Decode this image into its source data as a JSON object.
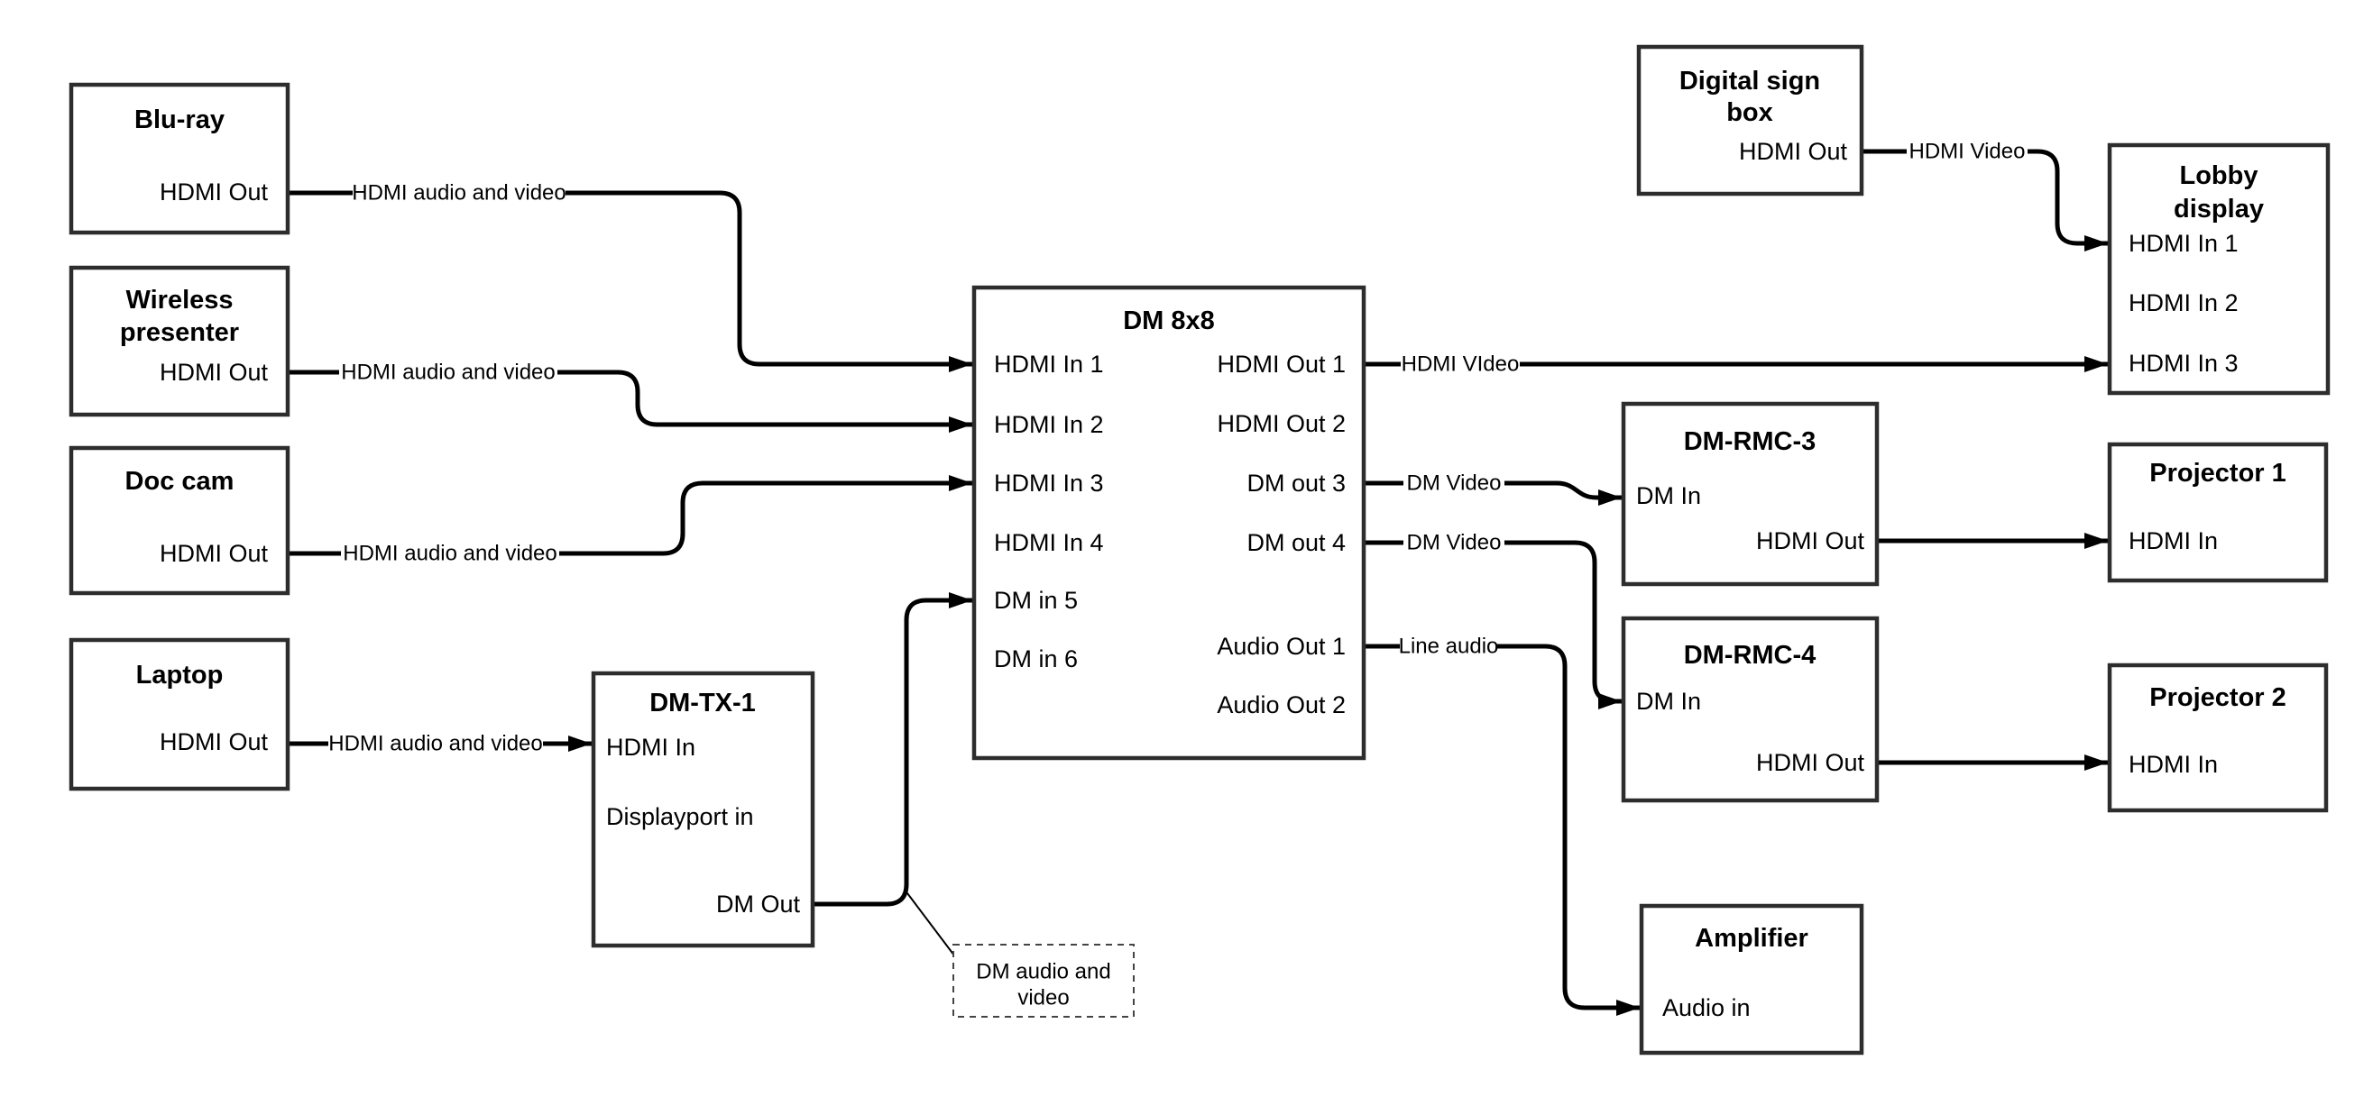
{
  "nodes": {
    "bluray": {
      "title": "Blu-ray",
      "port_out": "HDMI Out"
    },
    "wireless": {
      "title_lines": [
        "Wireless",
        "presenter"
      ],
      "port_out": "HDMI Out"
    },
    "doccam": {
      "title": "Doc cam",
      "port_out": "HDMI Out"
    },
    "laptop": {
      "title": "Laptop",
      "port_out": "HDMI Out"
    },
    "dmtx1": {
      "title": "DM-TX-1",
      "ports": [
        "HDMI In",
        "Displayport in",
        "DM Out"
      ]
    },
    "dm8x8": {
      "title": "DM 8x8",
      "inputs": [
        "HDMI In 1",
        "HDMI In 2",
        "HDMI In 3",
        "HDMI In 4",
        "DM in 5",
        "DM in 6"
      ],
      "outputs": [
        "HDMI Out 1",
        "HDMI Out 2",
        "DM out 3",
        "DM out 4",
        "Audio Out 1",
        "Audio Out 2"
      ]
    },
    "digital_sign": {
      "title_lines": [
        "Digital sign",
        "box"
      ],
      "port_out": "HDMI Out"
    },
    "lobby": {
      "title_lines": [
        "Lobby",
        "display"
      ],
      "inputs": [
        "HDMI In 1",
        "HDMI In 2",
        "HDMI In 3"
      ]
    },
    "dmrmc3": {
      "title": "DM-RMC-3",
      "port_in": "DM In",
      "port_out": "HDMI Out"
    },
    "proj1": {
      "title": "Projector 1",
      "port_in": "HDMI In"
    },
    "dmrmc4": {
      "title": "DM-RMC-4",
      "port_in": "DM In",
      "port_out": "HDMI Out"
    },
    "proj2": {
      "title": "Projector 2",
      "port_in": "HDMI In"
    },
    "amplifier": {
      "title": "Amplifier",
      "port_in": "Audio in"
    }
  },
  "labels": {
    "bluray_link": "HDMI audio and video",
    "wireless_link": "HDMI audio and video",
    "doccam_link": "HDMI audio and video",
    "laptop_link": "HDMI audio and video",
    "hdmi_out1_link": "HDMI VIdeo",
    "digital_sign_link": "HDMI Video",
    "dm_out3_link": "DM Video",
    "dm_out4_link": "DM Video",
    "audio_out1_link": "Line audio"
  },
  "note": {
    "lines": [
      "DM audio and",
      "video"
    ]
  },
  "colors": {
    "background": "#ffffff",
    "box_border": "#2d2d2d",
    "wire": "#000000",
    "text": "#000000"
  }
}
